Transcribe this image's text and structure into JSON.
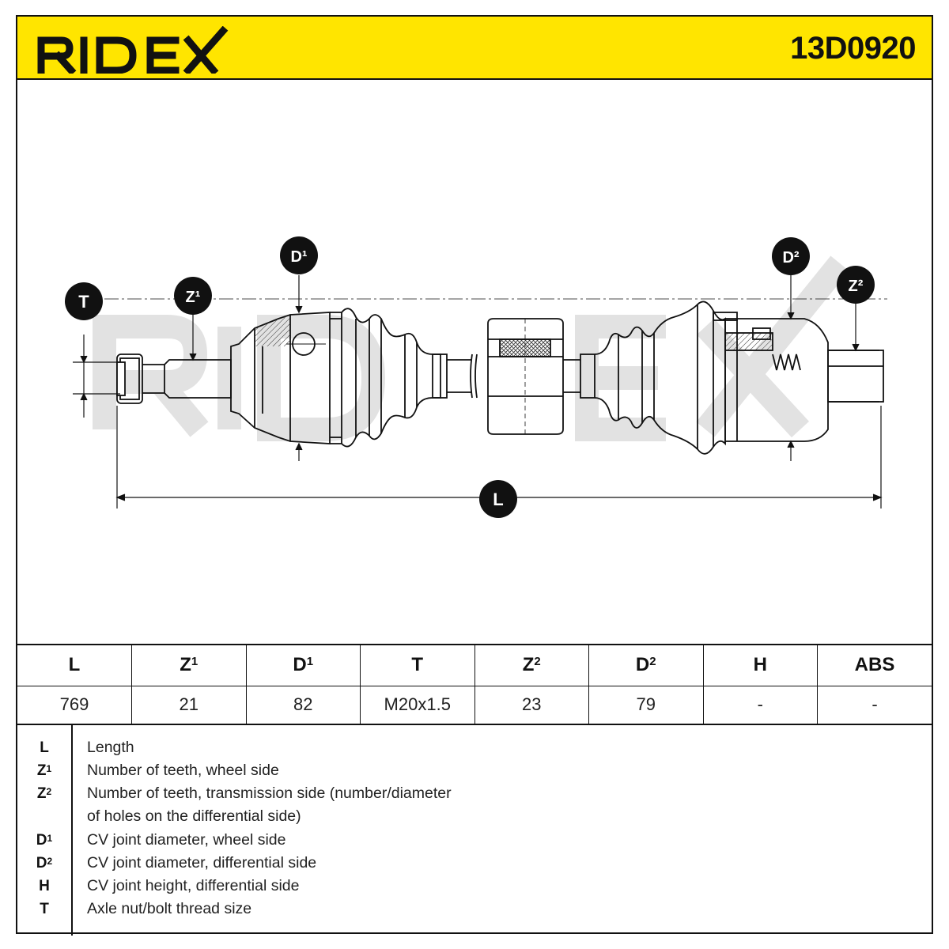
{
  "header": {
    "brand": "RIDEX",
    "part_number": "13D0920",
    "background_color": "#ffe500"
  },
  "diagram": {
    "labels": {
      "T": "T",
      "Z1": "Z¹",
      "D1": "D¹",
      "D2": "D²",
      "Z2": "Z²",
      "L": "L"
    },
    "watermark": "RIDEX"
  },
  "table": {
    "headers": {
      "L": "L",
      "Z1": "Z",
      "Z1_sup": "1",
      "D1": "D",
      "D1_sup": "1",
      "T": "T",
      "Z2": "Z",
      "Z2_sup": "2",
      "D2": "D",
      "D2_sup": "2",
      "H": "H",
      "ABS": "ABS"
    },
    "values": {
      "L": "769",
      "Z1": "21",
      "D1": "82",
      "T": "M20x1.5",
      "Z2": "23",
      "D2": "79",
      "H": "-",
      "ABS": "-"
    }
  },
  "legend": {
    "items": [
      {
        "key": "L",
        "sup": "",
        "desc": "Length"
      },
      {
        "key": "Z",
        "sup": "1",
        "desc": "Number of teeth, wheel side"
      },
      {
        "key": "Z",
        "sup": "2",
        "desc": "Number of teeth, transmission side (number/diameter"
      },
      {
        "key": "",
        "sup": "",
        "desc": "of holes on the differential side)"
      },
      {
        "key": "D",
        "sup": "1",
        "desc": "CV joint diameter, wheel side"
      },
      {
        "key": "D",
        "sup": "2",
        "desc": "CV joint diameter, differential side"
      },
      {
        "key": "H",
        "sup": "",
        "desc": "CV joint height, differential side"
      },
      {
        "key": "T",
        "sup": "",
        "desc": "Axle nut/bolt thread size"
      }
    ]
  }
}
